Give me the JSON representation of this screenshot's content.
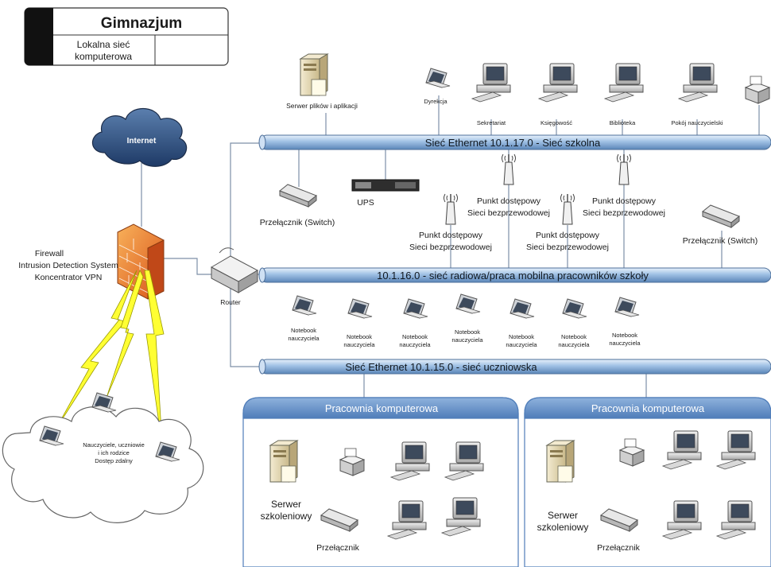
{
  "title_block": {
    "title": "Gimnazjum",
    "subtitle_line1": "Lokalna sieć",
    "subtitle_line2": "komputerowa"
  },
  "cloud_internet": {
    "label": "Internet"
  },
  "firewall": {
    "line1": "Firewall",
    "line2": "Intrusion Detection System",
    "line3": "Koncentrator VPN"
  },
  "router": {
    "label": "Router"
  },
  "remote": {
    "line1": "Nauczyciele, uczniowie",
    "line2": "i ich rodzice",
    "line3": "Dostęp zdalny"
  },
  "buses": {
    "school": "Sieć Ethernet 10.1.17.0 - Sieć szkolna",
    "radio": "10.1.16.0 - sieć radiowa/praca mobilna pracowników szkoły",
    "students": "Sieć Ethernet 10.1.15.0 - sieć uczniowska"
  },
  "top_devices": {
    "server": "Serwer plików i aplikacji",
    "dyrekcja": "Dyrekcja",
    "sekretariat": "Sekretariat",
    "ksiegowosc": "Księgowość",
    "biblioteka": "Biblioteka",
    "pokoj": "Pokój nauczycielski"
  },
  "middle": {
    "switch_left": "Przełącznik (Switch)",
    "switch_right": "Przełącznik (Switch)",
    "ups": "UPS",
    "ap_line1": "Punkt dostępowy",
    "ap_line2": "Sieci bezprzewodowej"
  },
  "notebooks": {
    "line1": "Notebook",
    "line2": "nauczyciela"
  },
  "labs": {
    "title": "Pracownia komputerowa",
    "server_line1": "Serwer",
    "server_line2": "szkoleniowy",
    "switch": "Przełącznik"
  }
}
